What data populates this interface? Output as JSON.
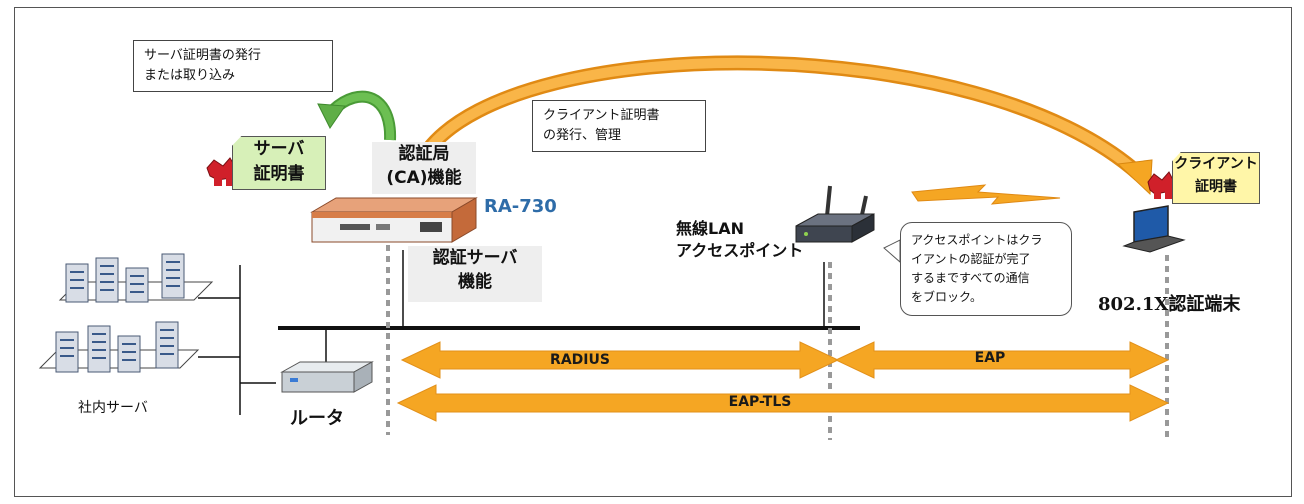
{
  "labels": {
    "ca_callout_line1": "サーバ証明書の発行",
    "ca_callout_line2": "または取り込み",
    "client_callout_line1": "クライアント証明書",
    "client_callout_line2": "の発行、管理",
    "ca_function_line1": "認証局",
    "ca_function_line2": "(CA)機能",
    "auth_server_line1": "認証サーバ",
    "auth_server_line2": "機能",
    "device_model": "RA-730",
    "server_cert_line1": "サーバ",
    "server_cert_line2": "証明書",
    "client_cert_line1": "クライアント",
    "client_cert_line2": "証明書",
    "ap_line1": "無線LAN",
    "ap_line2": "アクセスポイント",
    "ap_note_line1": "アクセスポイントはクラ",
    "ap_note_line2": "イアントの認証が完了",
    "ap_note_line3": "するまですべての通信",
    "ap_note_line4": "をブロック。",
    "terminal": "802.1X認証端末",
    "internal_servers": "社内サーバ",
    "router": "ルータ",
    "radius": "RADIUS",
    "eap": "EAP",
    "eap_tls": "EAP-TLS"
  },
  "colors": {
    "orange_arrow": "#f5a623",
    "green_arrow": "#5fae47",
    "model_blue": "#2e6ca8",
    "server_cert_bg": "#d7f0b8",
    "client_cert_bg": "#fff6a8",
    "seal_red": "#d0202a"
  },
  "icons": [
    "server-rack-icon",
    "router-icon",
    "ra730-device-icon",
    "wireless-ap-icon",
    "laptop-icon",
    "certificate-seal-icon",
    "lightning-icon"
  ]
}
